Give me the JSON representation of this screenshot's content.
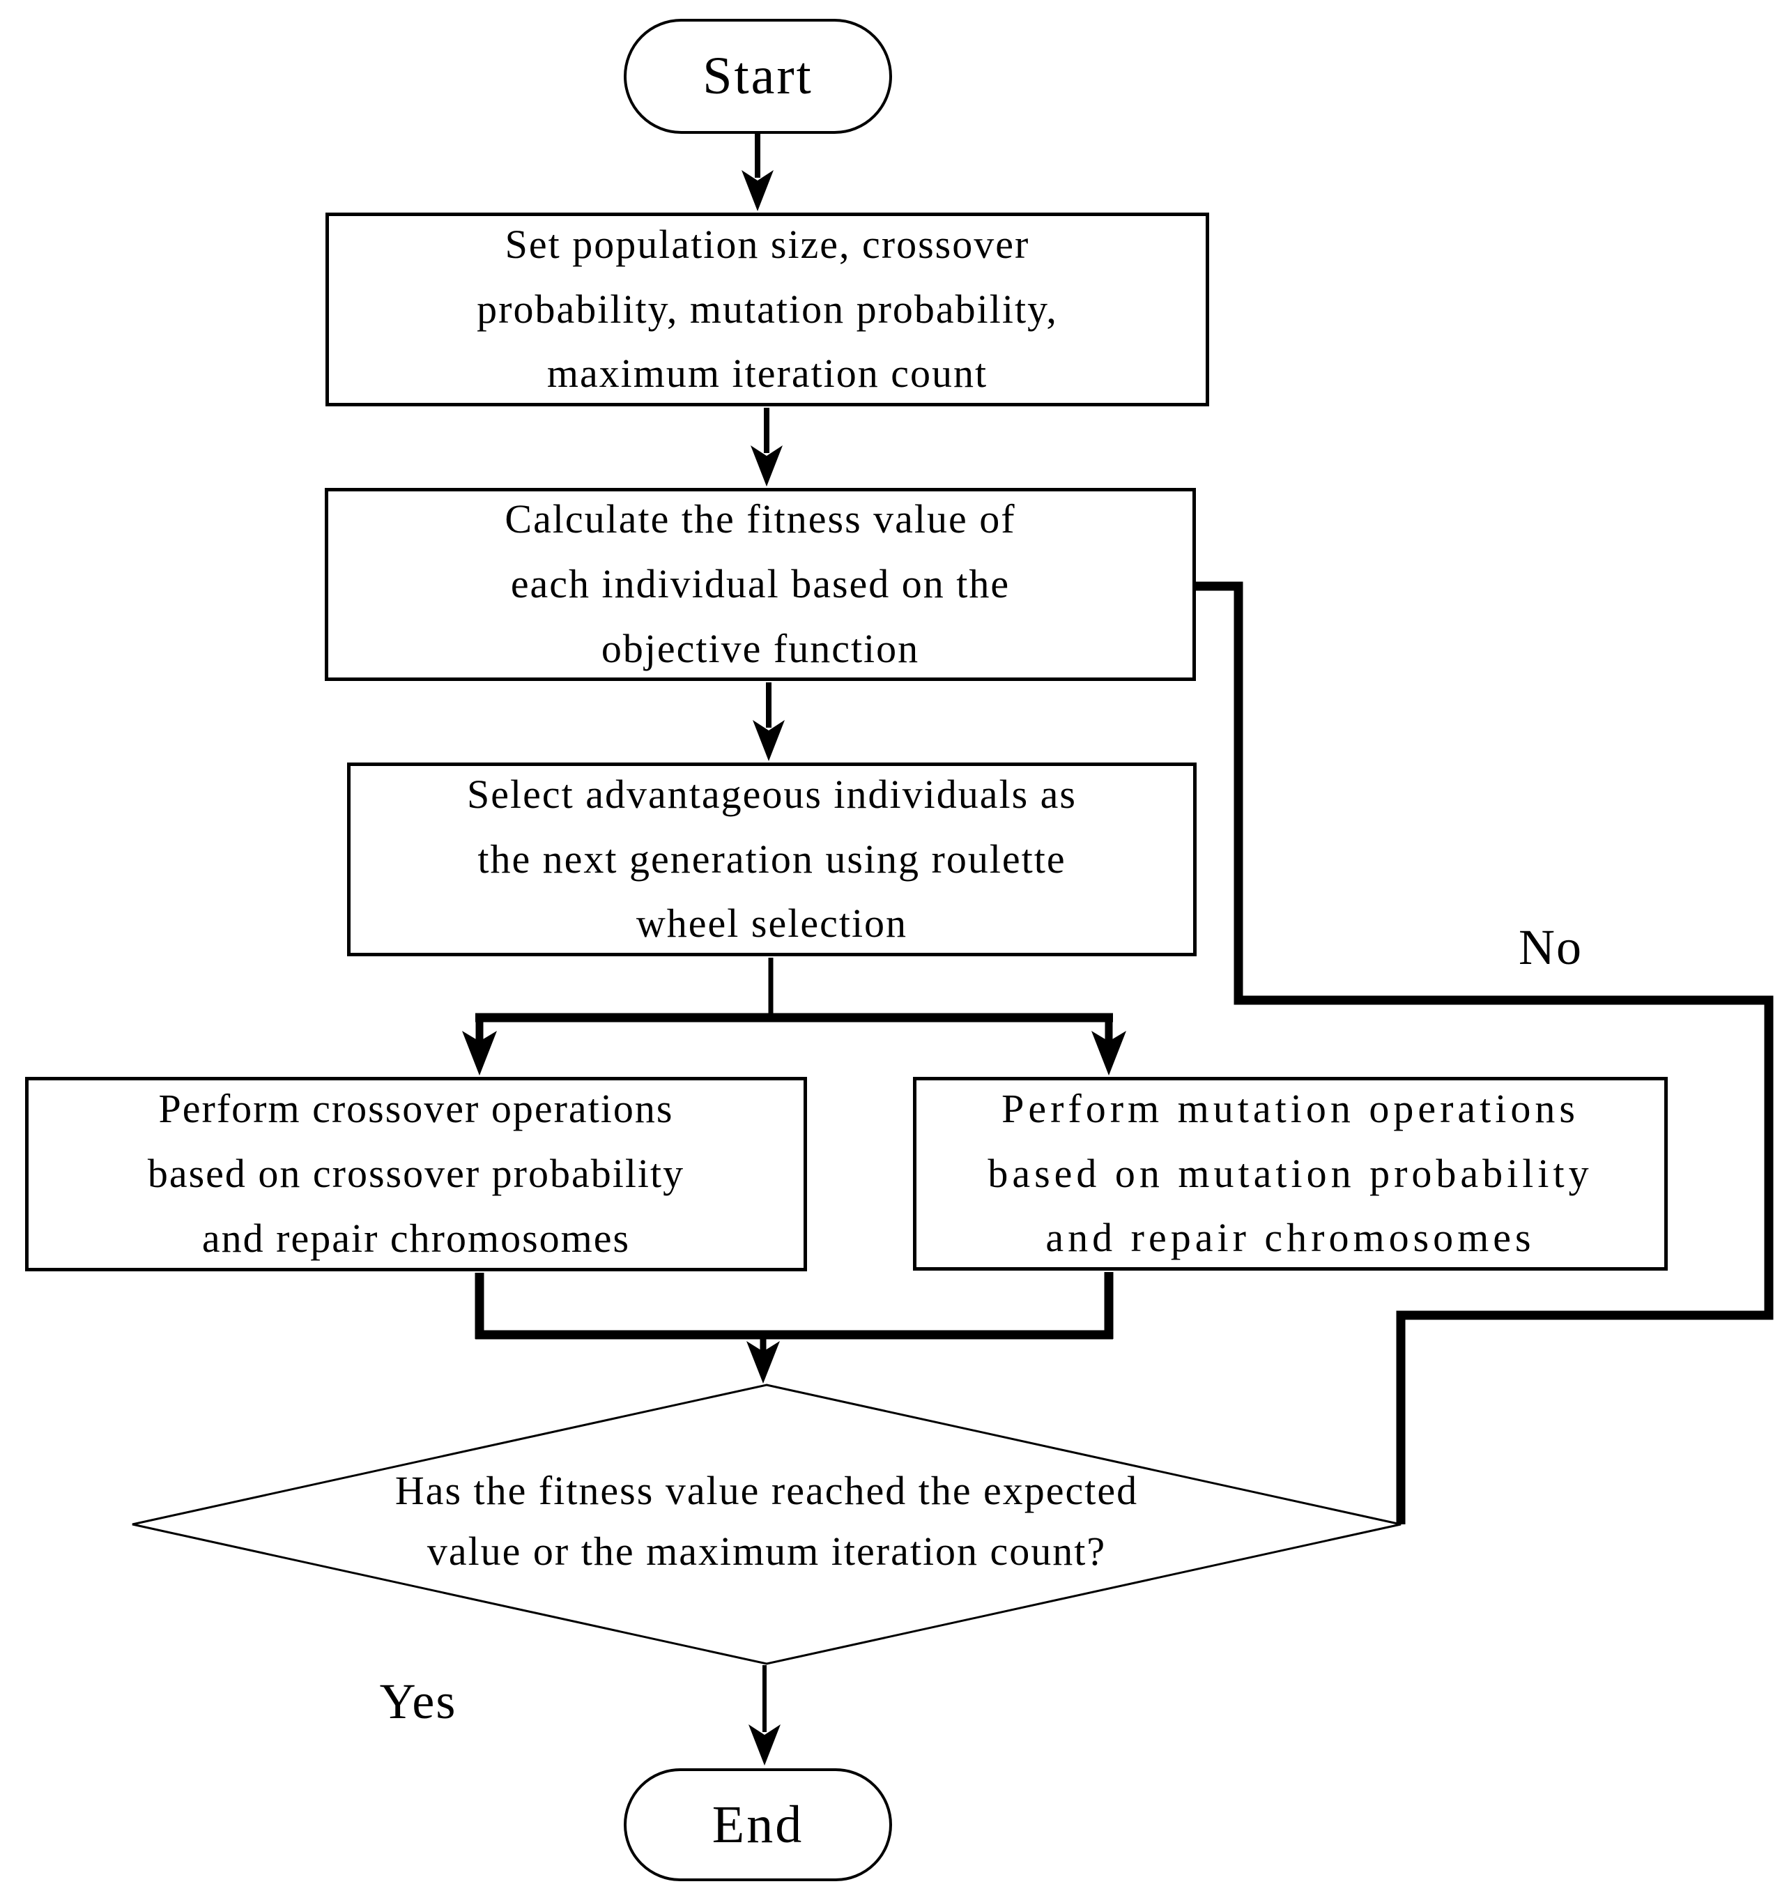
{
  "diagram": {
    "type": "flowchart",
    "title": "Genetic algorithm flowchart",
    "colors": {
      "background": "#ffffff",
      "line": "#000000",
      "text": "#000000"
    },
    "nodes": {
      "start": {
        "shape": "terminator",
        "label": "Start"
      },
      "init": {
        "shape": "process",
        "lines": [
          "Set population size, crossover",
          "probability, mutation probability,",
          "maximum iteration count"
        ]
      },
      "fitness": {
        "shape": "process",
        "lines": [
          "Calculate the fitness value of",
          "each individual based on the",
          "objective function"
        ]
      },
      "select": {
        "shape": "process",
        "lines": [
          "Select advantageous individuals as",
          "the next generation using roulette",
          "wheel selection"
        ]
      },
      "crossover": {
        "shape": "process",
        "lines": [
          "Perform crossover operations",
          "based on crossover probability",
          "and repair chromosomes"
        ]
      },
      "mutation": {
        "shape": "process",
        "lines": [
          "Perform mutation operations",
          "based on mutation probability",
          "and repair chromosomes"
        ]
      },
      "decision": {
        "shape": "decision",
        "lines": [
          "Has the fitness value reached the expected",
          "value or the maximum iteration count?"
        ]
      },
      "end": {
        "shape": "terminator",
        "label": "End"
      }
    },
    "edge_labels": {
      "no": "No",
      "yes": "Yes"
    }
  }
}
